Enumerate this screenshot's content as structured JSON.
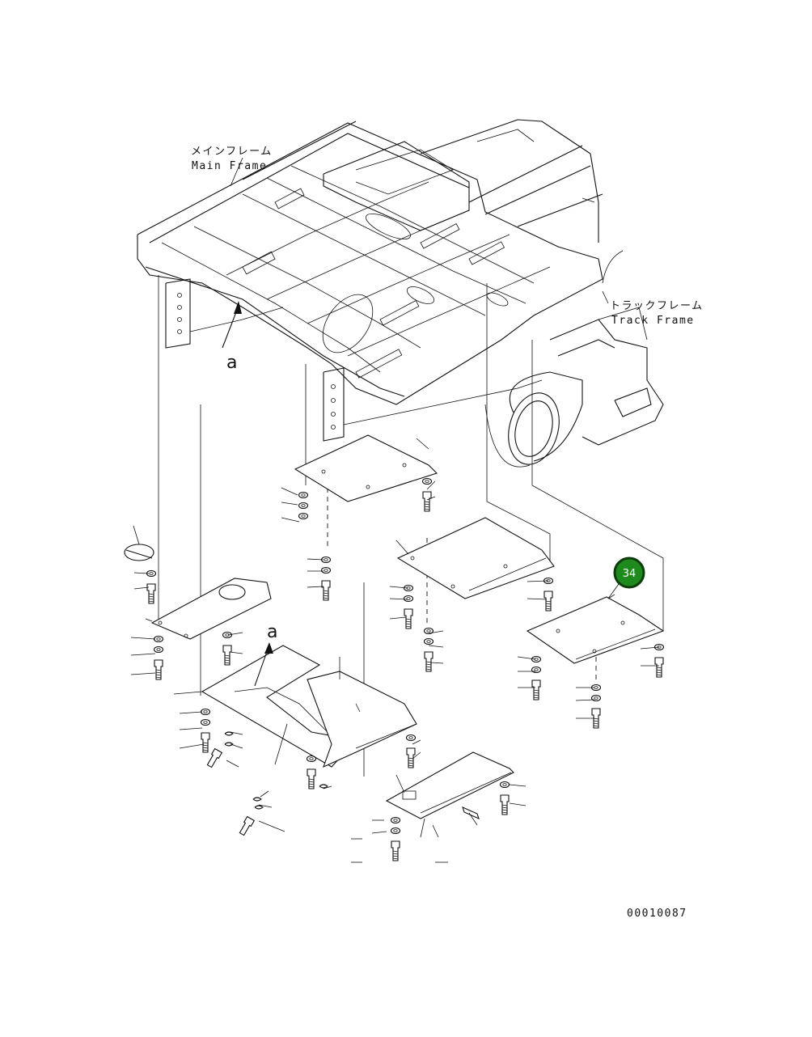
{
  "labels": {
    "main_frame_jp": "メインフレーム",
    "main_frame_en": "Main Frame",
    "track_frame_jp": "トラックフレーム",
    "track_frame_en": "Track Frame",
    "view_a_upper": "a",
    "view_a_lower": "a"
  },
  "callout": {
    "number": "34",
    "color": "#1e8a1e"
  },
  "drawing_number": "00010087"
}
